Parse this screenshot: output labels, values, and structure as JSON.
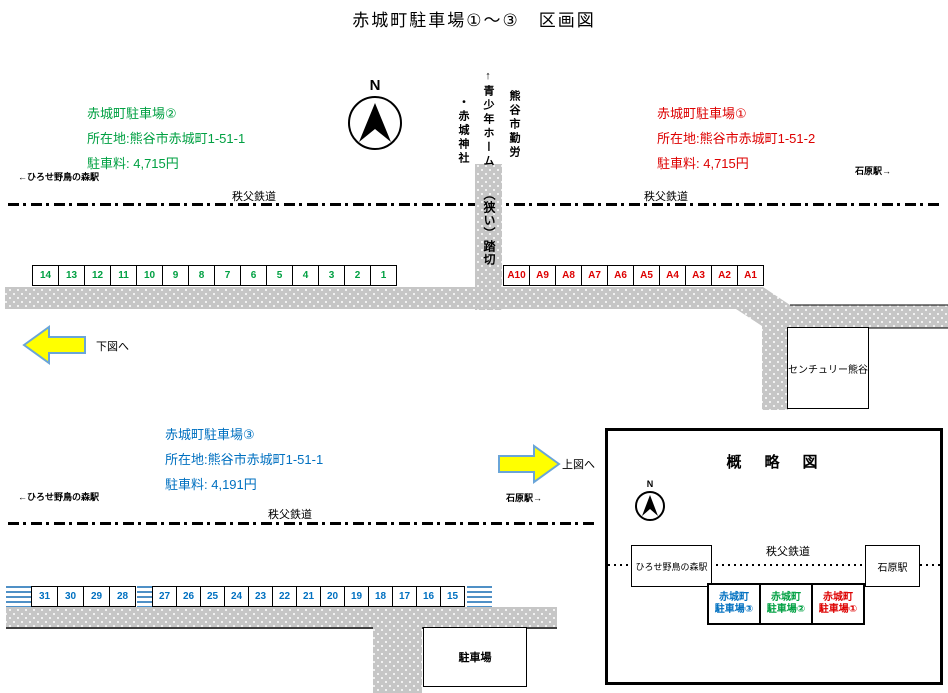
{
  "title": "赤城町駐車場①〜③　区画図",
  "colors": {
    "lot1_red": "#dd0000",
    "lot2_green": "#00a042",
    "lot3_blue": "#0070c0",
    "arrow_fill": "#ffff00",
    "arrow_stroke": "#6aa5d8",
    "road_gray": "#c6c6c6",
    "stripe_blue": "#4f90c6"
  },
  "upper": {
    "compass_label": "N",
    "lot2": {
      "name": "赤城町駐車場②",
      "address": "所在地:熊谷市赤城町1-51-1",
      "fee": "駐車料: 4,715円"
    },
    "lot1": {
      "name": "赤城町駐車場①",
      "address": "所在地:熊谷市赤城町1-51-2",
      "fee": "駐車料: 4,715円"
    },
    "landmarks": {
      "shrine": "・赤城神社",
      "youth_home": "↑青少年ホーム",
      "city_labor": "熊谷市勤労"
    },
    "crossing_label": "（狭い）踏切",
    "railway": {
      "left_station": "←ひろせ野鳥の森駅",
      "name_left": "秩父鉄道",
      "name_right": "秩父鉄道",
      "right_station": "石原駅→"
    },
    "spaces_green": [
      "14",
      "13",
      "12",
      "11",
      "10",
      "9",
      "8",
      "7",
      "6",
      "5",
      "4",
      "3",
      "2",
      "1"
    ],
    "spaces_red": [
      "A10",
      "A9",
      "A8",
      "A7",
      "A6",
      "A5",
      "A4",
      "A3",
      "A2",
      "A1"
    ],
    "century_building": "センチュリー熊谷",
    "to_lower_label": "下図へ"
  },
  "lower": {
    "lot3": {
      "name": "赤城町駐車場③",
      "address": "所在地:熊谷市赤城町1-51-1",
      "fee": "駐車料: 4,191円"
    },
    "to_upper_label": "上図へ",
    "ishihara_label": "石原駅→",
    "railway": {
      "left_station": "←ひろせ野鳥の森駅",
      "name": "秩父鉄道"
    },
    "spaces_left": [
      "31",
      "30",
      "29",
      "28"
    ],
    "spaces_right": [
      "27",
      "26",
      "25",
      "24",
      "23",
      "22",
      "21",
      "20",
      "19",
      "18",
      "17",
      "16",
      "15"
    ],
    "parking_box": "駐車場"
  },
  "overview": {
    "title": "概　略　図",
    "compass_label": "N",
    "railway_name": "秩父鉄道",
    "left_station": "ひろせ野鳥の森駅",
    "right_station": "石原駅",
    "lots": [
      {
        "line1": "赤城町",
        "line2": "駐車場③",
        "color": "#0070c0"
      },
      {
        "line1": "赤城町",
        "line2": "駐車場②",
        "color": "#00a042"
      },
      {
        "line1": "赤城町",
        "line2": "駐車場①",
        "color": "#dd0000"
      }
    ]
  }
}
